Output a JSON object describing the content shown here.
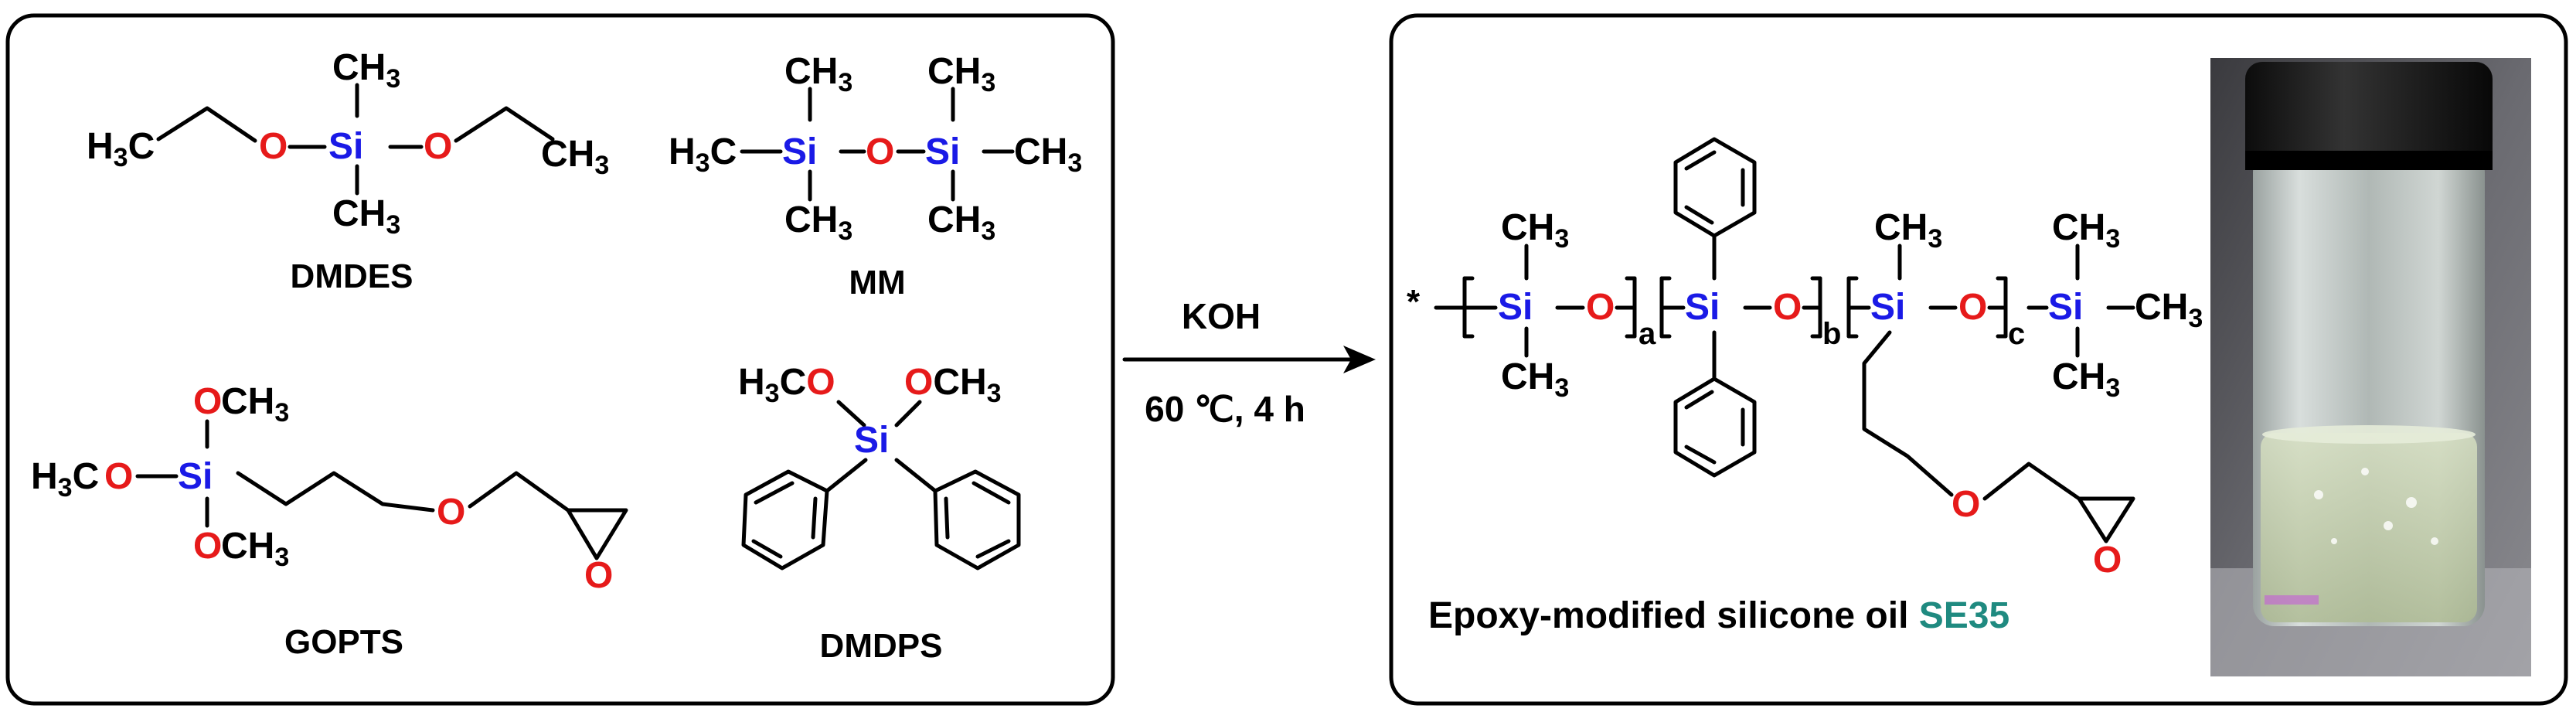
{
  "colors": {
    "silicon": "#1a1ae6",
    "oxygen": "#e61a1a",
    "carbon": "#000000",
    "highlight": "#1f8a80",
    "bond": "#000000"
  },
  "reactants": {
    "dmdes": {
      "name": "DMDES"
    },
    "mm": {
      "name": "MM"
    },
    "gopts": {
      "name": "GOPTS"
    },
    "dmdps": {
      "name": "DMDPS"
    }
  },
  "atoms": {
    "si": "Si",
    "o": "O",
    "h3c": "H3C",
    "h": "H",
    "c": "C",
    "three": "3",
    "ch3": "CH3",
    "och3": "OCH3",
    "h3co": "H3CO"
  },
  "reaction": {
    "catalyst": "KOH",
    "conditions": "60 ℃,  4 h"
  },
  "product": {
    "star": "*",
    "subscripts": {
      "a": "a",
      "b": "b",
      "c": "c"
    },
    "caption_prefix": "Epoxy-modified silicone oil ",
    "caption_code": "SE35"
  },
  "photo": {
    "description_icon": "vial-photo"
  }
}
